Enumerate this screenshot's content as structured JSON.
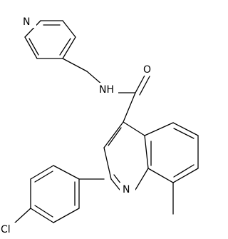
{
  "molecule": {
    "atom_labels": {
      "pyridine_n": "N",
      "amide_nh": "NH",
      "carbonyl_o": "O",
      "quinoline_n": "N",
      "chloro": "Cl"
    }
  }
}
